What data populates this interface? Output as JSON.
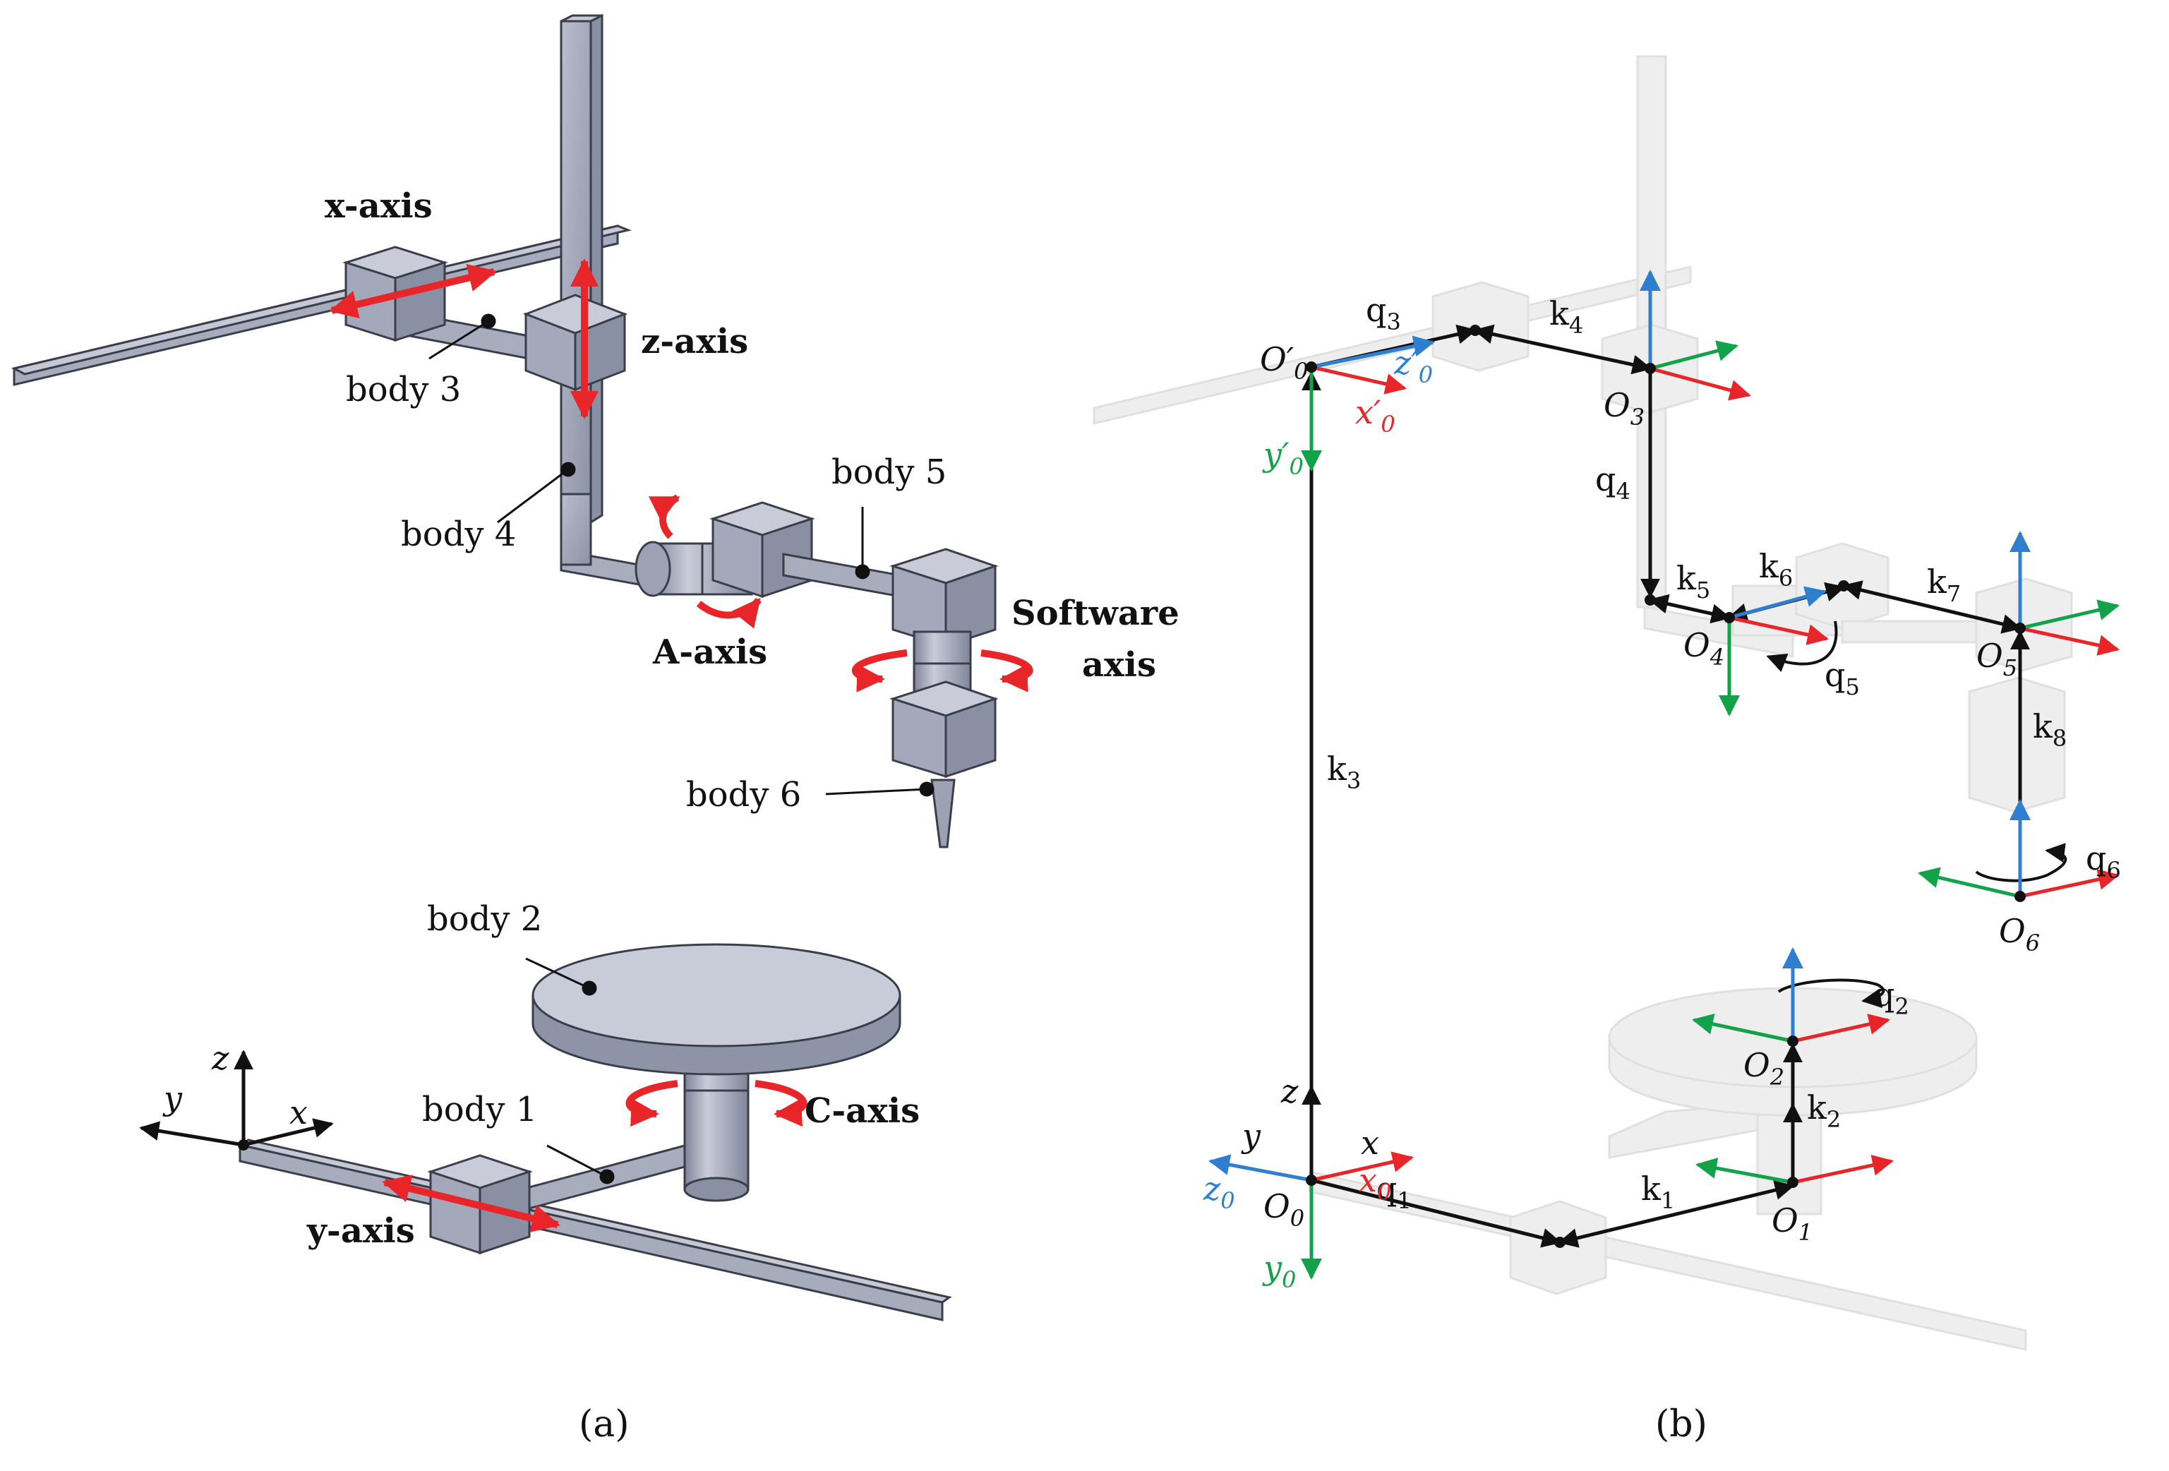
{
  "panel_a": {
    "axis_labels": {
      "x_axis": "x-axis",
      "z_axis": "z-axis",
      "a_axis": "A-axis",
      "software_axis_line1": "Software",
      "software_axis_line2": "axis",
      "c_axis": "C-axis",
      "y_axis": "y-axis"
    },
    "body_labels": {
      "body1": "body 1",
      "body2": "body 2",
      "body3": "body 3",
      "body4": "body 4",
      "body5": "body 5",
      "body6": "body 6"
    },
    "triad": {
      "x": "x",
      "y": "y",
      "z": "z"
    },
    "caption": "(a)"
  },
  "panel_b": {
    "vectors": {
      "q1": {
        "base": "q",
        "sub": "1"
      },
      "q2": {
        "base": "q",
        "sub": "2"
      },
      "q3": {
        "base": "q",
        "sub": "3"
      },
      "q4": {
        "base": "q",
        "sub": "4"
      },
      "q5": {
        "base": "q",
        "sub": "5"
      },
      "q6": {
        "base": "q",
        "sub": "6"
      },
      "k1": {
        "base": "k",
        "sub": "1"
      },
      "k2": {
        "base": "k",
        "sub": "2"
      },
      "k3": {
        "base": "k",
        "sub": "3"
      },
      "k4": {
        "base": "k",
        "sub": "4"
      },
      "k5": {
        "base": "k",
        "sub": "5"
      },
      "k6": {
        "base": "k",
        "sub": "6"
      },
      "k7": {
        "base": "k",
        "sub": "7"
      },
      "k8": {
        "base": "k",
        "sub": "8"
      }
    },
    "origins": {
      "O0": {
        "base": "O",
        "sub": "0"
      },
      "O0p": {
        "base": "O′",
        "sub": "0"
      },
      "O1": {
        "base": "O",
        "sub": "1"
      },
      "O2": {
        "base": "O",
        "sub": "2"
      },
      "O3": {
        "base": "O",
        "sub": "3"
      },
      "O4": {
        "base": "O",
        "sub": "4"
      },
      "O5": {
        "base": "O",
        "sub": "5"
      },
      "O6": {
        "base": "O",
        "sub": "6"
      }
    },
    "frame_axes": {
      "x0": {
        "base": "x",
        "sub": "0"
      },
      "y0": {
        "base": "y",
        "sub": "0"
      },
      "z0": {
        "base": "z",
        "sub": "0"
      },
      "x0p": {
        "base": "x′",
        "sub": "0"
      },
      "y0p": {
        "base": "y′",
        "sub": "0"
      },
      "z0p": {
        "base": "z′",
        "sub": "0"
      },
      "x": "x",
      "y": "y",
      "z": "z"
    },
    "caption": "(b)"
  },
  "colors": {
    "x_axis_red": "#e8262a",
    "y_axis_green": "#12a34a",
    "z_axis_blue": "#2f7fd0",
    "body_steel": "#9aa0b4",
    "ghost_gray": "#eeeeee",
    "ink": "#111111"
  }
}
